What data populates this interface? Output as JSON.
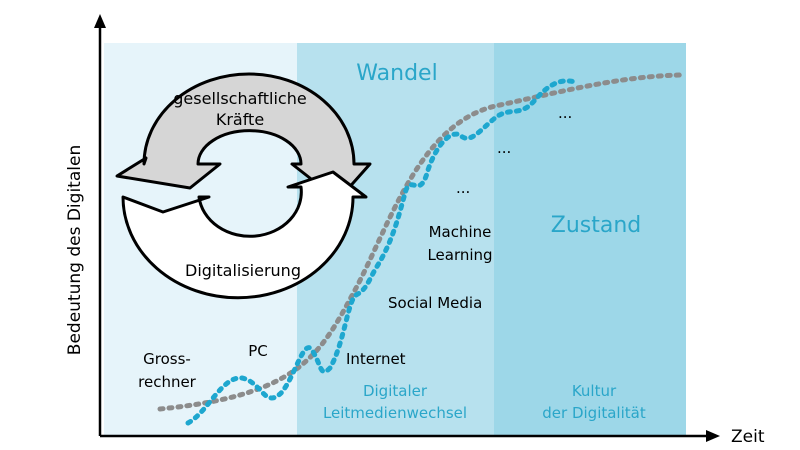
{
  "axes": {
    "y_label": "Bedeutung des Digitalen",
    "x_label": "Zeit"
  },
  "zones": {
    "wandel": "Wandel",
    "zustand": "Zustand",
    "leitmedien_line1": "Digitaler",
    "leitmedien_line2": "Leitmedienwechsel",
    "kultur_line1": "Kultur",
    "kultur_line2": "der Digitalität"
  },
  "cycle": {
    "top_line1": "gesellschaftliche",
    "top_line2": "Kräfte",
    "bottom": "Digitalisierung"
  },
  "milestones": {
    "gross_line1": "Gross-",
    "gross_line2": "rechner",
    "pc": "PC",
    "internet": "Internet",
    "social_media": "Social Media",
    "ml_line1": "Machine",
    "ml_line2": "Learning",
    "ellipsis1": "...",
    "ellipsis2": "...",
    "ellipsis3": "..."
  },
  "colors": {
    "zone_left": "#e6f4fa",
    "zone_middle": "#b7e1ee",
    "zone_right": "#9dd7e8",
    "accent_text": "#2aa6c9",
    "dotted_gray": "#8c8c8c",
    "dotted_blue": "#1ea7cf",
    "arrow_gray_fill": "#d6d6d6"
  }
}
